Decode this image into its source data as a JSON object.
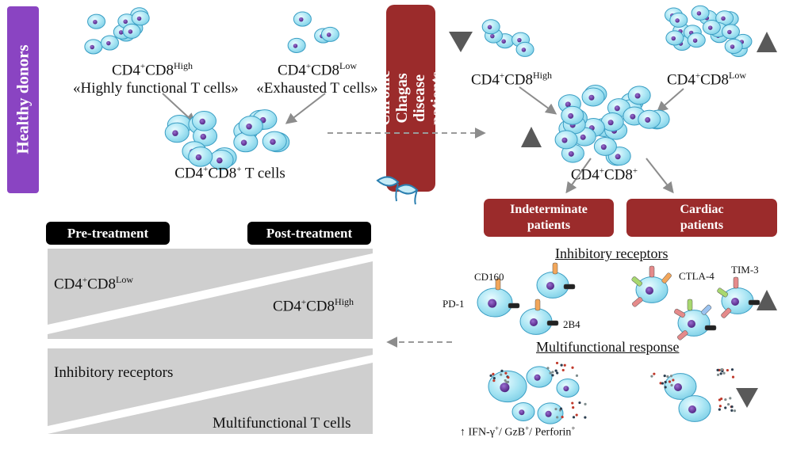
{
  "healthy_banner": "Healthy donors",
  "chagas_banner": "Chronic Chagas disease patients",
  "healthy": {
    "high_label_main": "CD4",
    "high_label_sup1": "+",
    "high_label_mid": "CD8",
    "high_label_sup2": "High",
    "high_desc": "«Highly functional T cells»",
    "low_label_main": "CD4",
    "low_label_sup1": "+",
    "low_label_mid": "CD8",
    "low_label_sup2": "Low",
    "low_desc": "«Exhausted T cells»",
    "merged_label": "CD4",
    "merged_sup1": "+",
    "merged_mid": "CD8",
    "merged_sup2": "+",
    "merged_tail": " T cells"
  },
  "patients": {
    "high_label": "CD4",
    "high_sup1": "+",
    "high_mid": "CD8",
    "high_sup2": "High",
    "low_label": "CD4",
    "low_sup1": "+",
    "low_mid": "CD8",
    "low_sup2": "Low",
    "merged_label": "CD4",
    "merged_sup1": "+",
    "merged_mid": "CD8",
    "merged_sup2": "+",
    "indeterminate": "Indeterminate patients",
    "cardiac": "Cardiac patients"
  },
  "receptors": {
    "title": "Inhibitory receptors",
    "cd160": "CD160",
    "pd1": "PD-1",
    "b2b4": "2B4",
    "ctla4": "CTLA-4",
    "tim3": "TIM-3"
  },
  "multifunctional": {
    "title": "Multifunctional response",
    "footnote_arrow": "↑",
    "footnote_a": " IFN-γ",
    "footnote_b": "+",
    "footnote_c": "/ GzB",
    "footnote_d": "+",
    "footnote_e": "/ Perforin",
    "footnote_f": "+"
  },
  "treatment": {
    "pre": "Pre-treatment",
    "post": "Post-treatment",
    "low_main": "CD4",
    "low_sup1": "+",
    "low_mid": "CD8",
    "low_sup2": "Low",
    "high_main": "CD4",
    "high_sup1": "+",
    "high_mid": "CD8",
    "high_sup2": "High",
    "inhibitory": "Inhibitory receptors",
    "multifunctional": "Multifunctional T cells"
  },
  "colors": {
    "healthy_banner": "#8a44c2",
    "chagas_banner": "#9b2b2b",
    "cell_fill": "#a6e4f3",
    "cell_stroke": "#3a9ec4",
    "nucleus": "#5b2d8f",
    "triangle": "#595959",
    "wedge": "#cfcfcf"
  },
  "icons": [
    "down-triangle-icon",
    "up-triangle-icon",
    "parasite-icon",
    "arrow-icon"
  ]
}
